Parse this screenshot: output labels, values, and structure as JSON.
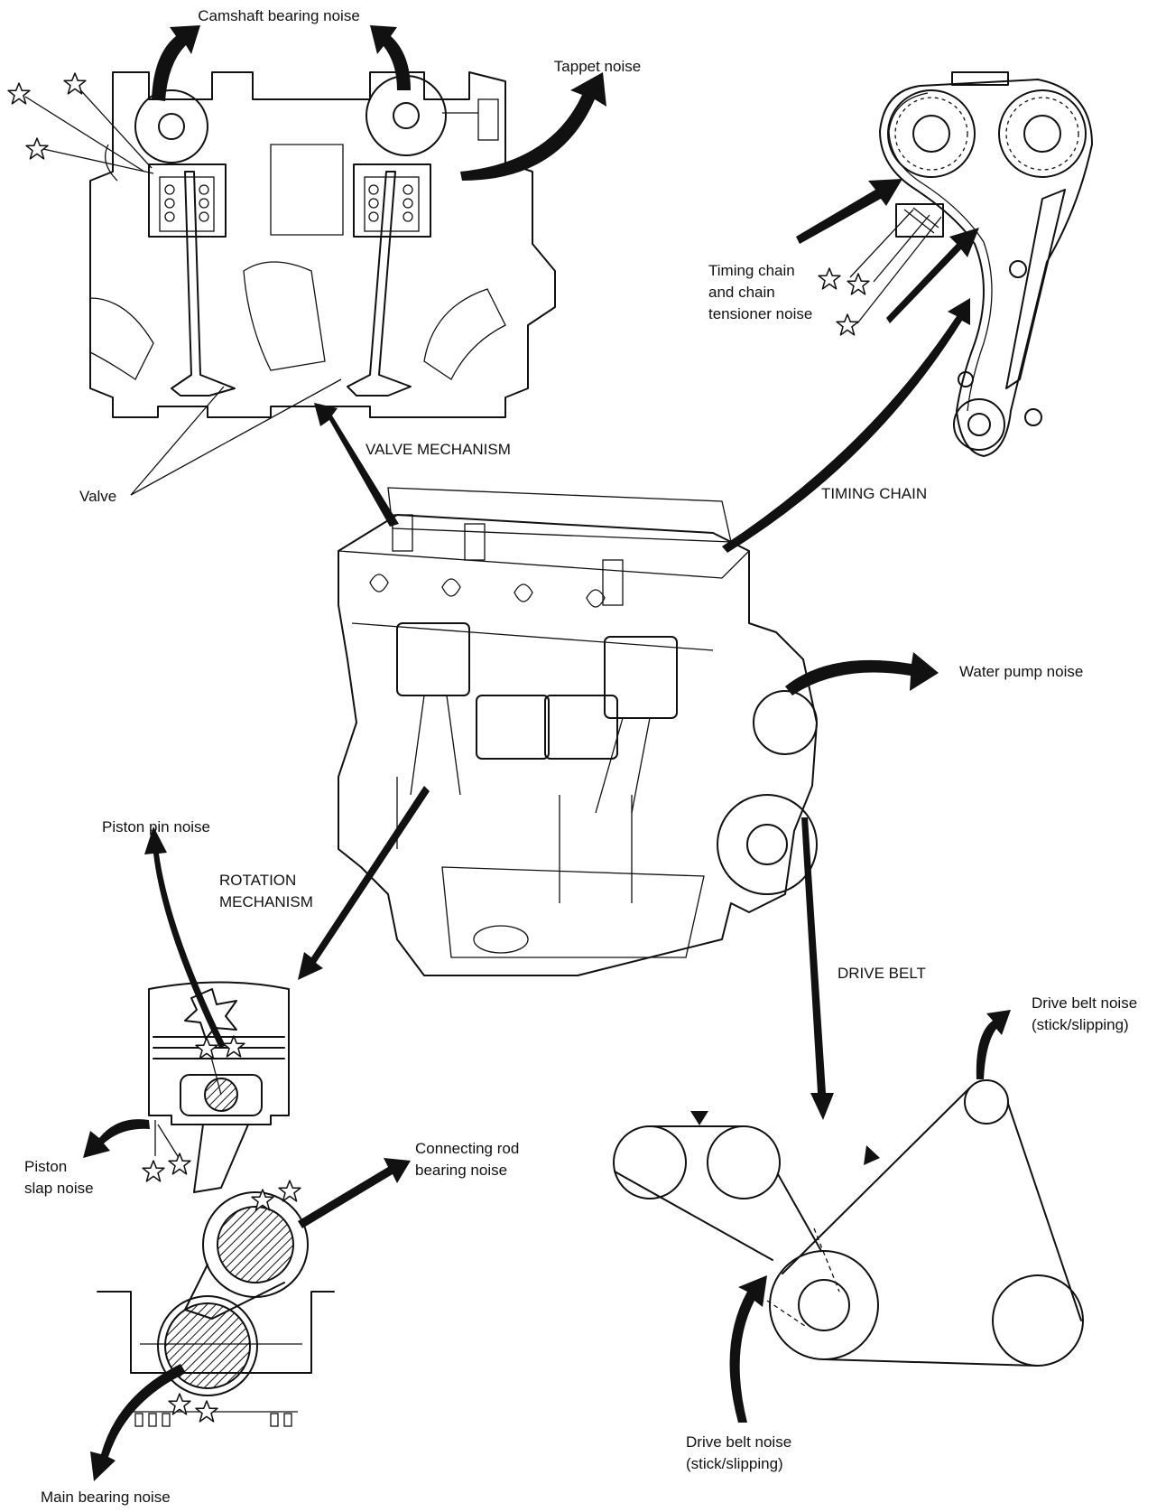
{
  "labels": {
    "camshaft_bearing_noise": "Camshaft bearing noise",
    "tappet_noise": "Tappet noise",
    "timing_chain_noise_1": "Timing chain",
    "timing_chain_noise_2": "and chain",
    "timing_chain_noise_3": "tensioner noise",
    "valve": "Valve",
    "valve_mechanism": "VALVE MECHANISM",
    "timing_chain": "TIMING CHAIN",
    "water_pump_noise": "Water pump noise",
    "piston_pin_noise": "Piston pin noise",
    "rotation_mechanism_1": "ROTATION",
    "rotation_mechanism_2": "MECHANISM",
    "drive_belt": "DRIVE BELT",
    "drive_belt_noise_top_1": "Drive belt noise",
    "drive_belt_noise_top_2": "(stick/slipping)",
    "piston_slap_noise_1": "Piston",
    "piston_slap_noise_2": "slap noise",
    "connecting_rod_bearing_noise_1": "Connecting rod",
    "connecting_rod_bearing_noise_2": "bearing noise",
    "drive_belt_noise_bottom_1": "Drive belt noise",
    "drive_belt_noise_bottom_2": "(stick/slipping)",
    "main_bearing_noise": "Main bearing noise"
  },
  "icons": {
    "noise_marker": "star-icon",
    "direction": "curved-arrow-icon"
  },
  "colors": {
    "line": "#111111",
    "background": "#ffffff"
  }
}
